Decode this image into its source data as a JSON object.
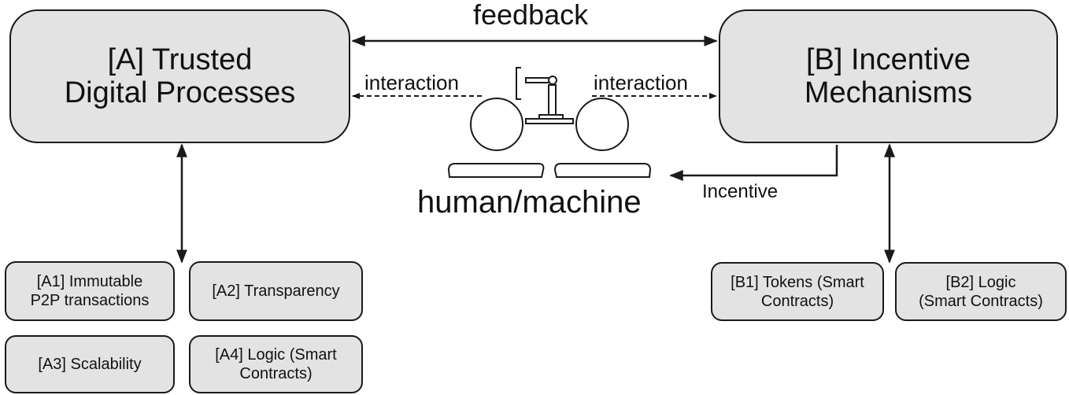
{
  "main_boxes": {
    "a": {
      "line1": "[A] Trusted",
      "line2": "Digital Processes"
    },
    "b": {
      "line1": "[B] Incentive",
      "line2": "Mechanisms"
    }
  },
  "sub_boxes": {
    "a1": {
      "line1": "[A1] Immutable",
      "line2": "P2P transactions"
    },
    "a2": {
      "line1": "[A2] Transparency"
    },
    "a3": {
      "line1": "[A3] Scalability"
    },
    "a4": {
      "line1": "[A4] Logic (Smart",
      "line2": "Contracts)"
    },
    "b1": {
      "line1": "[B1] Tokens (Smart",
      "line2": "Contracts)"
    },
    "b2": {
      "line1": "[B2] Logic",
      "line2": "(Smart Contracts)"
    }
  },
  "labels": {
    "feedback": "feedback",
    "interaction_left": "interaction",
    "interaction_right": "interaction",
    "incentive": "Incentive",
    "human_machine": "human/machine"
  },
  "colors": {
    "box_fill": "#e3e3e3",
    "stroke": "#1a1a1a"
  },
  "icons": [
    "robot-arm-icon",
    "human-head-icon",
    "robot-head-icon",
    "desk-icon"
  ]
}
